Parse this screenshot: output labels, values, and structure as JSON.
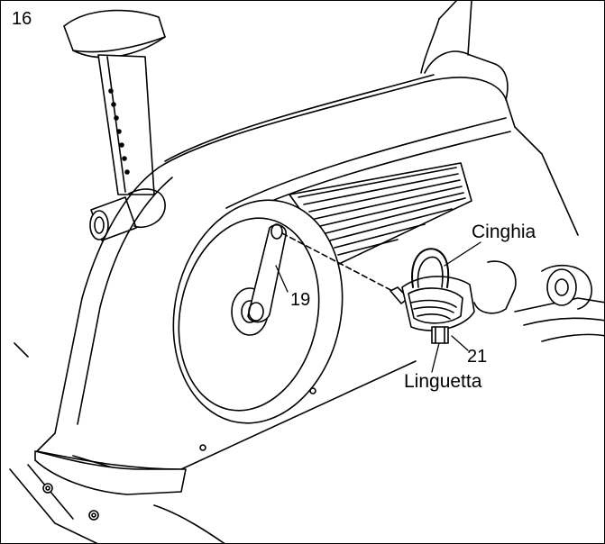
{
  "step_number": "16",
  "callouts": {
    "part_19": "19",
    "part_21": "21",
    "strap": "Cinghia",
    "tab": "Linguetta"
  },
  "colors": {
    "line": "#000000",
    "background": "#ffffff",
    "shade": "#e6e6e6"
  },
  "icons": [
    "bike-frame",
    "crank-arm",
    "pedal"
  ]
}
